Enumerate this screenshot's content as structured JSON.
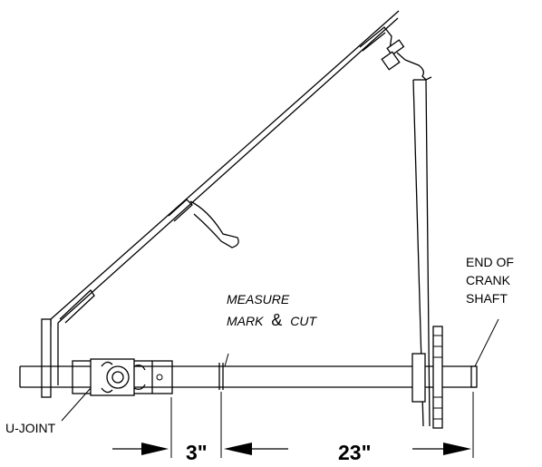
{
  "labels": {
    "end_of_crank_shaft": [
      "END OF",
      "CRANK",
      "SHAFT"
    ],
    "measure_mark_cut": {
      "line1": "MEASURE",
      "line2_a": "MARK",
      "line2_amp": "&",
      "line2_b": "CUT"
    },
    "u_joint": "U-JOINT"
  },
  "dimensions": {
    "left": "3\"",
    "right": "23\""
  }
}
